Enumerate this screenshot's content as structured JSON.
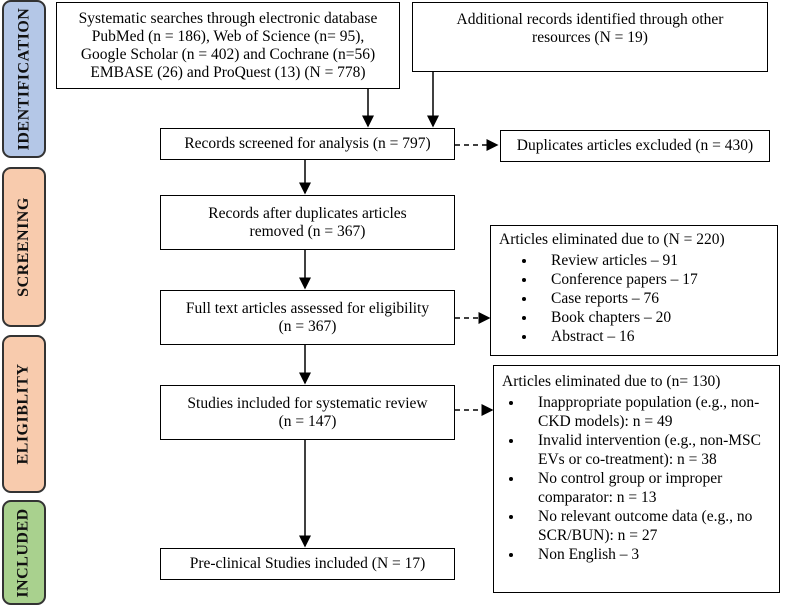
{
  "stages": {
    "identification": "IDENTIFICATION",
    "screening": "SCREENING",
    "eligibility": "ELIGIBLITY",
    "included": "INCLUDED"
  },
  "colors": {
    "identification": "#b4c7e7",
    "screening": "#f8cbad",
    "eligibility": "#f8cbad",
    "included": "#a9d18e"
  },
  "boxes": {
    "database_search": [
      "Systematic searches through electronic database",
      "PubMed (n = 186), Web of Science (n= 95),",
      "Google Scholar (n = 402) and Cochrane (n=56)",
      "EMBASE (26) and ProQuest (13)  (N = 778)"
    ],
    "other_sources": [
      "Additional records identified through other",
      "resources (N = 19)"
    ],
    "screened": "Records screened for analysis (n = 797)",
    "duplicates_excluded": "Duplicates articles excluded (n = 430)",
    "after_duplicates": [
      "Records after duplicates articles",
      "removed (n = 367)"
    ],
    "full_text": [
      "Full text articles assessed for eligibility",
      "(n = 367)"
    ],
    "studies_included": [
      "Studies included for systematic review",
      "(n = 147)"
    ],
    "preclinical": "Pre-clinical Studies included (N = 17)"
  },
  "excluded_fulltext": {
    "title": "Articles eliminated due to (N = 220)",
    "items": [
      "Review articles – 91",
      "Conference papers – 17",
      "Case reports – 76",
      "Book chapters – 20",
      "Abstract – 16"
    ]
  },
  "excluded_review": {
    "title": "Articles eliminated due to (n= 130)",
    "items": [
      "Inappropriate population (e.g., non-CKD models): n = 49",
      "Invalid intervention (e.g., non-MSC EVs or co-treatment): n = 38",
      "No control group or improper comparator: n = 13",
      "No relevant outcome data (e.g., no SCR/BUN): n = 27",
      "Non English – 3"
    ]
  }
}
